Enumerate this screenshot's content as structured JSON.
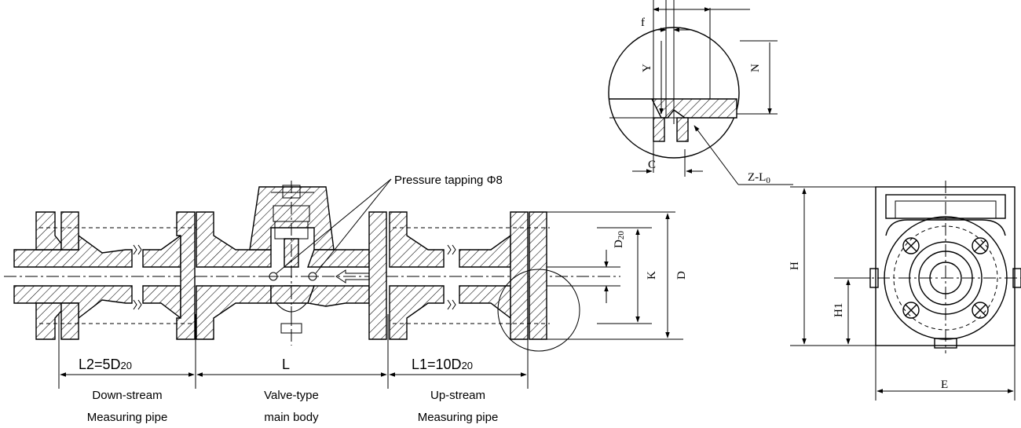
{
  "labels": {
    "pressure_tapping": "Pressure tapping Φ8",
    "l2_main": "L2=5D",
    "l2_sub": "20",
    "l_main": "L",
    "l1_main": "L1=10D",
    "l1_sub": "20",
    "downstream_line1": "Down-stream",
    "downstream_line2": "Measuring pipe",
    "body_line1": "Valve-type",
    "body_line2": "main body",
    "upstream_line1": "Up-stream",
    "upstream_line2": "Measuring pipe"
  },
  "dimensions": {
    "d20_main": "D",
    "d20_sub": "20",
    "k": "K",
    "d": "D",
    "h": "H",
    "h1": "H1",
    "e": "E",
    "f": "f",
    "y": "Y",
    "n": "N",
    "c": "C",
    "z_main": "Z-L",
    "z_sub": "0"
  },
  "colors": {
    "ink": "#000000",
    "paper": "#ffffff"
  }
}
